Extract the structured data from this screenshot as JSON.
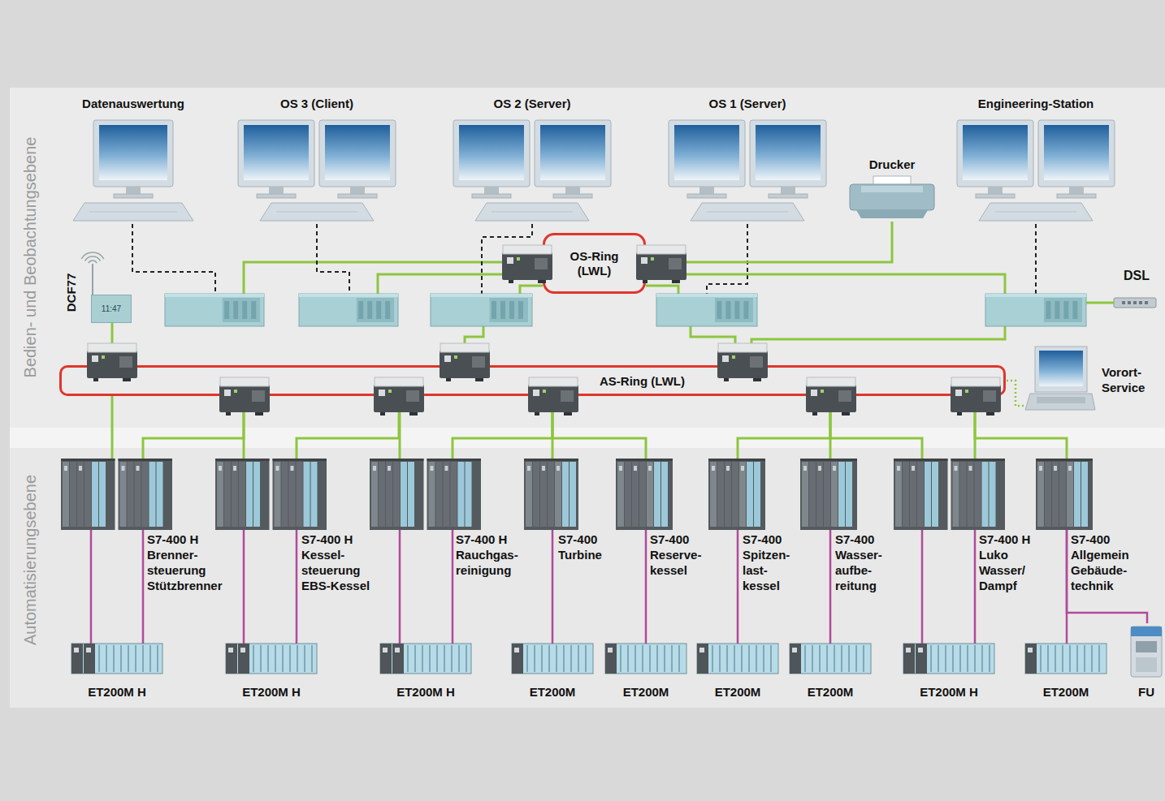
{
  "diagram": {
    "nodes": [
      {
        "text": [
          "Bedien- und Beobachtungsebene"
        ]
      },
      {
        "text": [
          "Datenauswertung"
        ],
        "in": 0
      },
      {
        "text": [
          "OS 3 (Client)"
        ],
        "in": 0
      },
      {
        "text": [
          "OS 2 (Server)"
        ],
        "in": 0
      },
      {
        "text": [
          "OS 1 (Server)"
        ],
        "in": 0
      },
      {
        "text": [
          "Drucker"
        ],
        "in": 0
      },
      {
        "text": [
          "Engineering-Station"
        ],
        "in": 0
      },
      {
        "text": [
          "DCF77",
          "11:47"
        ],
        "in": 0
      },
      {
        "text": [
          "OS-Ring (LWL)"
        ],
        "in": 0
      },
      {
        "text": [
          "DSL"
        ],
        "in": 0
      },
      {
        "text": [
          "AS-Ring (LWL)"
        ],
        "in": 0
      },
      {
        "text": [
          "Vorort- Service"
        ],
        "in": 0
      },
      {
        "text": [
          "Automatisierungsebene"
        ]
      },
      {
        "text": [
          "S7-400 H",
          "Brenner- steuerung Stützbrenner"
        ],
        "in": 12
      },
      {
        "text": [
          "S7-400 H",
          "Kessel- steuerung EBS-Kessel"
        ],
        "in": 12
      },
      {
        "text": [
          "S7-400 H",
          "Rauchgas- reinigung"
        ],
        "in": 12
      },
      {
        "text": [
          "S7-400",
          "Turbine"
        ],
        "in": 12
      },
      {
        "text": [
          "S7-400",
          "Reserve- kessel"
        ],
        "in": 12
      },
      {
        "text": [
          "S7-400",
          "Spitzen- last- kessel"
        ],
        "in": 12
      },
      {
        "text": [
          "S7-400",
          "Wasser- aufbe- reitung"
        ],
        "in": 12
      },
      {
        "text": [
          "S7-400 H",
          "Luko Wasser/ Dampf"
        ],
        "in": 12
      },
      {
        "text": [
          "S7-400",
          "Allgemein Gebäude- technik"
        ],
        "in": 12
      },
      {
        "text": [
          "ET200M H"
        ],
        "in": 12
      },
      {
        "text": [
          "ET200M H"
        ],
        "in": 12
      },
      {
        "text": [
          "ET200M H"
        ],
        "in": 12
      },
      {
        "text": [
          "ET200M"
        ],
        "in": 12
      },
      {
        "text": [
          "ET200M"
        ],
        "in": 12
      },
      {
        "text": [
          "ET200M"
        ],
        "in": 12
      },
      {
        "text": [
          "ET200M"
        ],
        "in": 12
      },
      {
        "text": [
          "ET200M H"
        ],
        "in": 12
      },
      {
        "text": [
          "ET200M"
        ],
        "in": 12
      },
      {
        "text": [
          "FU"
        ],
        "in": 12
      }
    ],
    "edges": [
      {
        "from": 1,
        "to": 8,
        "arrow": "none"
      },
      {
        "from": 2,
        "to": 8,
        "arrow": "none"
      },
      {
        "from": 3,
        "to": 8,
        "arrow": "none"
      },
      {
        "from": 4,
        "to": 8,
        "arrow": "none"
      },
      {
        "from": 6,
        "to": 8,
        "arrow": "none"
      },
      {
        "from": 5,
        "to": 8,
        "arrow": "none"
      },
      {
        "from": 6,
        "to": 9,
        "arrow": "none"
      },
      {
        "from": 7,
        "to": 10,
        "arrow": "none"
      },
      {
        "from": 11,
        "to": 10,
        "arrow": "none"
      },
      {
        "from": 10,
        "to": 13,
        "arrow": "none"
      },
      {
        "from": 10,
        "to": 13,
        "arrow": "none"
      },
      {
        "from": 10,
        "to": 14,
        "arrow": "none"
      },
      {
        "from": 10,
        "to": 14,
        "arrow": "none"
      },
      {
        "from": 10,
        "to": 15,
        "arrow": "none"
      },
      {
        "from": 10,
        "to": 15,
        "arrow": "none"
      },
      {
        "from": 10,
        "to": 16,
        "arrow": "none"
      },
      {
        "from": 10,
        "to": 17,
        "arrow": "none"
      },
      {
        "from": 10,
        "to": 18,
        "arrow": "none"
      },
      {
        "from": 10,
        "to": 19,
        "arrow": "none"
      },
      {
        "from": 10,
        "to": 20,
        "arrow": "none"
      },
      {
        "from": 10,
        "to": 20,
        "arrow": "none"
      },
      {
        "from": 10,
        "to": 21,
        "arrow": "none"
      },
      {
        "from": 13,
        "to": 22,
        "arrow": "none"
      },
      {
        "from": 13,
        "to": 22,
        "arrow": "none"
      },
      {
        "from": 14,
        "to": 23,
        "arrow": "none"
      },
      {
        "from": 14,
        "to": 23,
        "arrow": "none"
      },
      {
        "from": 15,
        "to": 24,
        "arrow": "none"
      },
      {
        "from": 15,
        "to": 24,
        "arrow": "none"
      },
      {
        "from": 16,
        "to": 25,
        "arrow": "none"
      },
      {
        "from": 17,
        "to": 26,
        "arrow": "none"
      },
      {
        "from": 18,
        "to": 27,
        "arrow": "none"
      },
      {
        "from": 19,
        "to": 28,
        "arrow": "none"
      },
      {
        "from": 20,
        "to": 29,
        "arrow": "none"
      },
      {
        "from": 20,
        "to": 29,
        "arrow": "none"
      },
      {
        "from": 21,
        "to": 30,
        "arrow": "none"
      },
      {
        "from": 21,
        "to": 31,
        "arrow": "none"
      }
    ]
  }
}
